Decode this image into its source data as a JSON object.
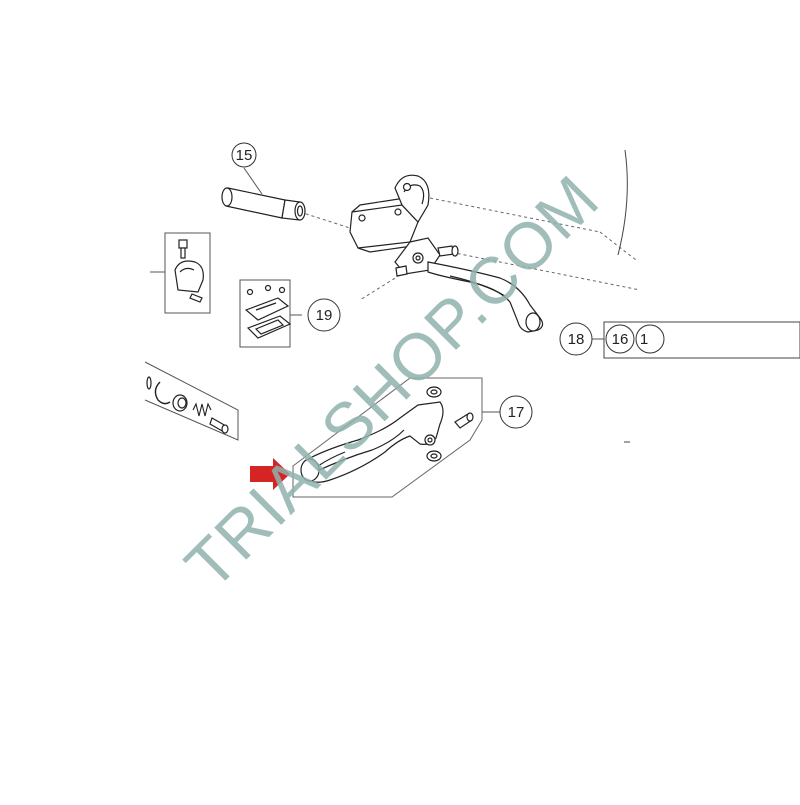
{
  "diagram": {
    "callouts": {
      "c15": "15",
      "c16": "16",
      "c17": "17",
      "c18": "18",
      "c19": "19",
      "c_partial": "1"
    },
    "watermark": "TRIALSHOP.COM",
    "colors": {
      "arrow": "#d42424",
      "watermark": "#8fb2ae",
      "line_art": "#222222"
    }
  }
}
